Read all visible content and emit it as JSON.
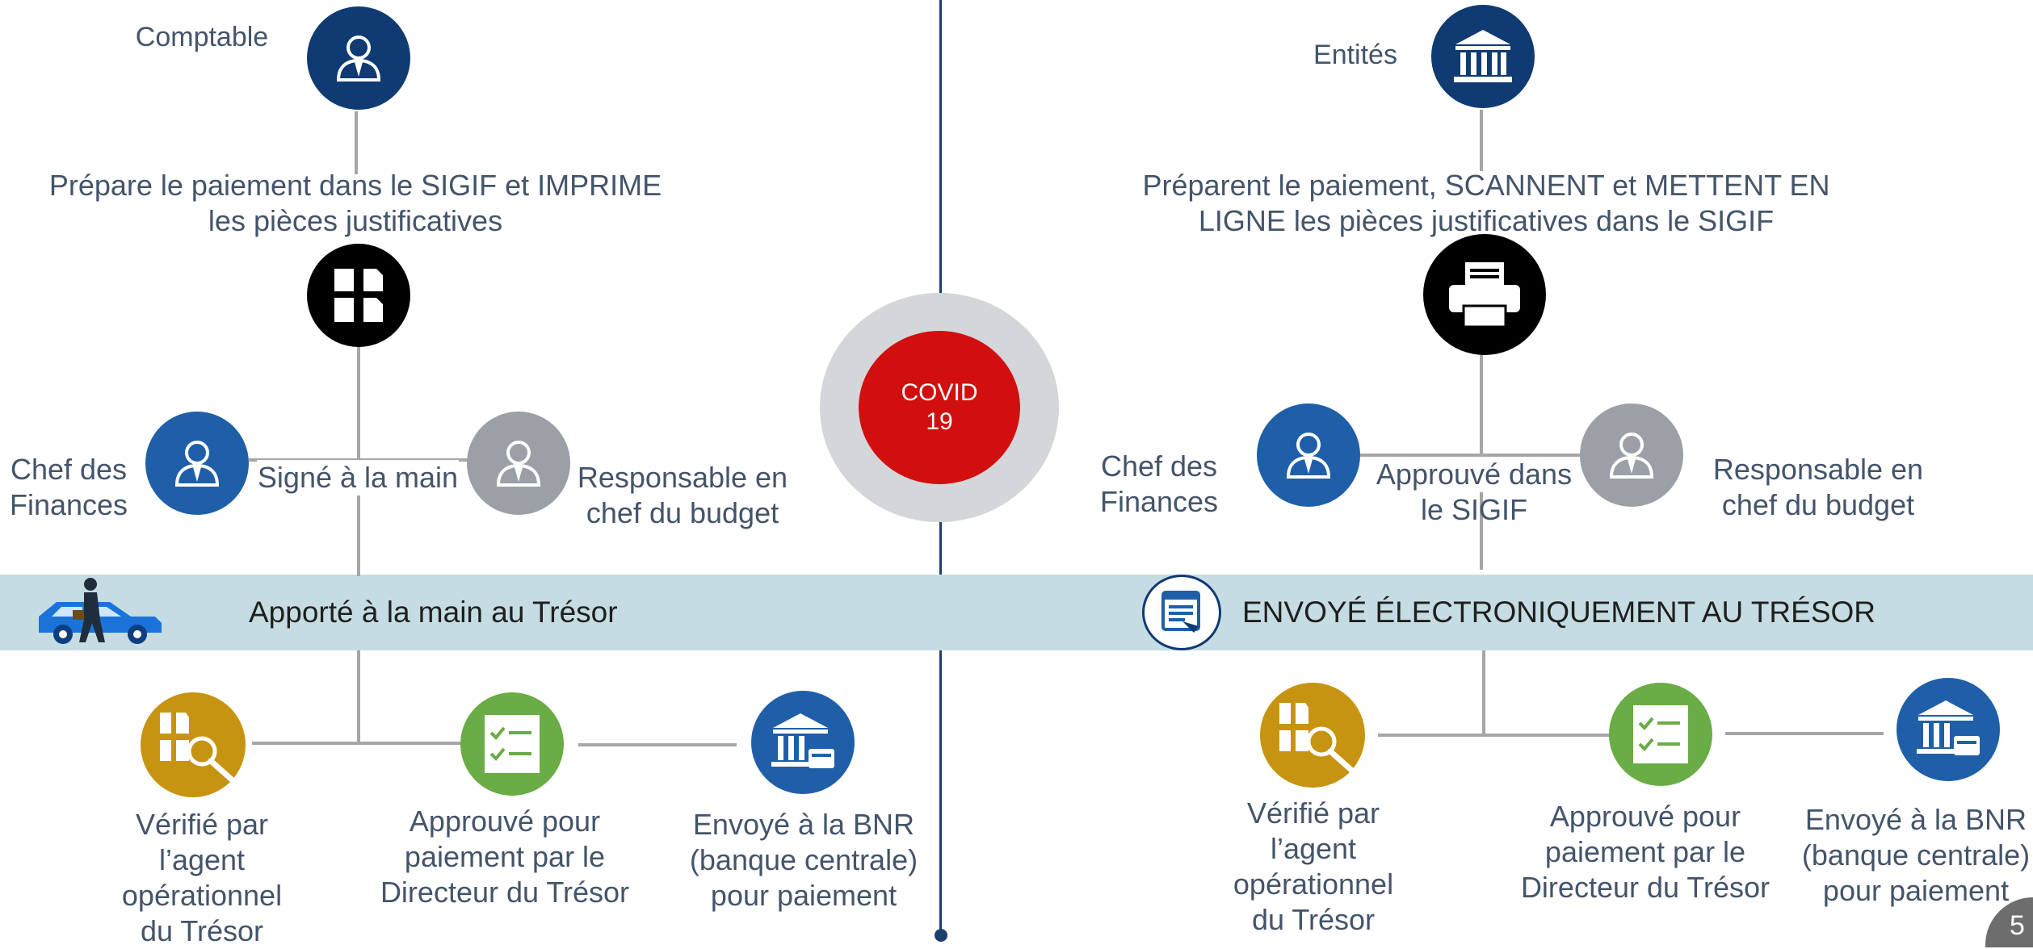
{
  "colors": {
    "navy": "#0f3a72",
    "blue": "#1f5fa8",
    "gray_icon": "#9aa0a6",
    "black": "#000000",
    "gold": "#c79412",
    "green": "#6aac45",
    "band": "#c5dce2",
    "covid_red": "#d10f0f",
    "covid_ring": "#d4d6d9",
    "center_line": "#1e3f6e"
  },
  "center": {
    "label_line1": "COVID",
    "label_line2": "19"
  },
  "left": {
    "top_actor": "Comptable",
    "prepare_line1": "Prépare le paiement dans le SIGIF et IMPRIME",
    "prepare_line2": "les pièces justificatives",
    "chef_line1": "Chef des",
    "chef_line2": "Finances",
    "sign_label": "Signé à la main",
    "resp_line1": "Responsable en",
    "resp_line2": "chef du budget",
    "band_text": "Apporté à la main au Trésor",
    "verify_lines": [
      "Vérifié par",
      "l’agent",
      "opérationnel",
      "du Trésor"
    ],
    "approve_lines": [
      "Approuvé pour",
      "paiement par le",
      "Directeur du Trésor"
    ],
    "send_lines": [
      "Envoyé à la BNR",
      "(banque centrale)",
      "pour paiement"
    ]
  },
  "right": {
    "top_actor": "Entités",
    "prepare_line1": "Préparent le paiement, SCANNENT  et METTENT EN",
    "prepare_line2": "LIGNE les pièces justificatives dans le SIGIF",
    "chef_line1": "Chef des",
    "chef_line2": "Finances",
    "approve_label_line1": "Approuvé dans",
    "approve_label_line2": "le SIGIF",
    "resp_line1": "Responsable en",
    "resp_line2": "chef du budget",
    "band_text": "ENVOYÉ ÉLECTRONIQUEMENT AU TRÉSOR",
    "verify_lines": [
      "Vérifié par",
      "l’agent",
      "opérationnel",
      "du Trésor"
    ],
    "approve_lines": [
      "Approuvé pour",
      "paiement par le",
      "Directeur du Trésor"
    ],
    "send_lines": [
      "Envoyé à la BNR",
      "(banque centrale)",
      "pour paiement"
    ]
  },
  "page_number": "5",
  "icons": [
    "person-icon",
    "documents-icon",
    "bank-icon",
    "printer-icon",
    "car-courier-icon",
    "electronic-document-icon",
    "magnifier-documents-icon",
    "checklist-icon",
    "bank-card-icon"
  ]
}
